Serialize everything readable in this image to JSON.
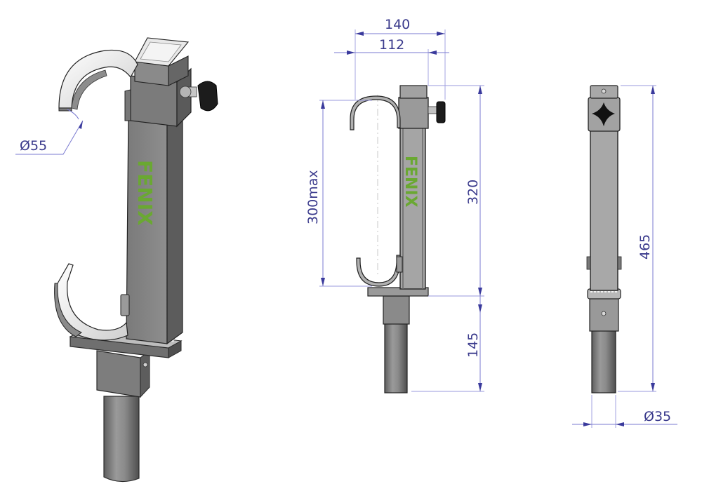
{
  "brand": {
    "logo_text": "FENIX",
    "logo_color": "#6aa832"
  },
  "views": {
    "isometric": {
      "label": "isometric-view",
      "dimensions": {
        "clamp_diameter": "Ø55"
      }
    },
    "side": {
      "label": "side-view",
      "dimensions": {
        "overall_width": "140",
        "clamp_to_tube_width": "112",
        "clamp_range": "300max",
        "upper_height": "320",
        "spigot_length": "145"
      }
    },
    "front": {
      "label": "front-view",
      "dimensions": {
        "total_height": "465",
        "spigot_diameter": "Ø35"
      }
    }
  },
  "colors": {
    "dimension_text": "#3a3a8c",
    "dimension_line": "#7a7ad0",
    "steel_light": "#a8a8a8",
    "steel_mid": "#8c8c8c",
    "steel_dark": "#5a5a5a",
    "knob": "#1c1c1c"
  }
}
